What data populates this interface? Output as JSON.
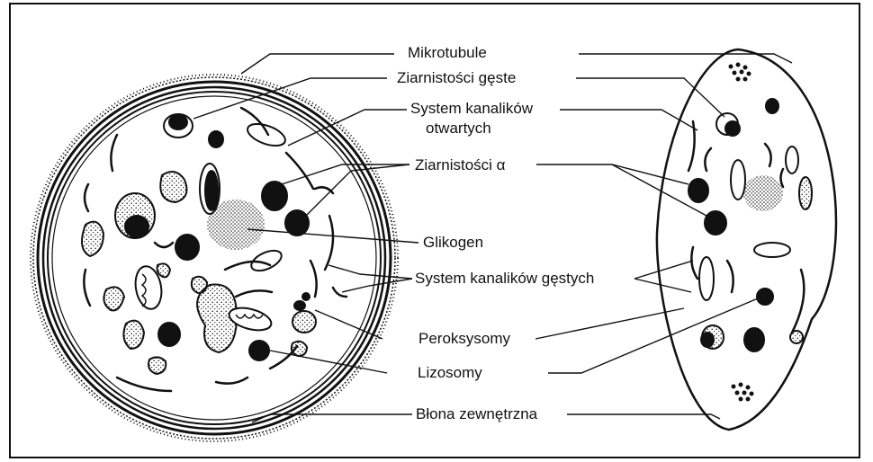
{
  "labels": {
    "mikrotubule": "Mikrotubule",
    "ziarnistosci_geste": "Ziarnistości gęste",
    "system_otwartych_line1": "System kanalików",
    "system_otwartych_line2": "otwartych",
    "ziarnistosci_alfa": "Ziarnistości α",
    "glikogen": "Glikogen",
    "system_gestych": "System kanalików gęstych",
    "peroksysomy": "Peroksysomy",
    "lizosomy": "Lizosomy",
    "blona_zewnetrzna": "Błona zewnętrzna"
  },
  "colors": {
    "ink": "#111111",
    "background": "#ffffff"
  }
}
